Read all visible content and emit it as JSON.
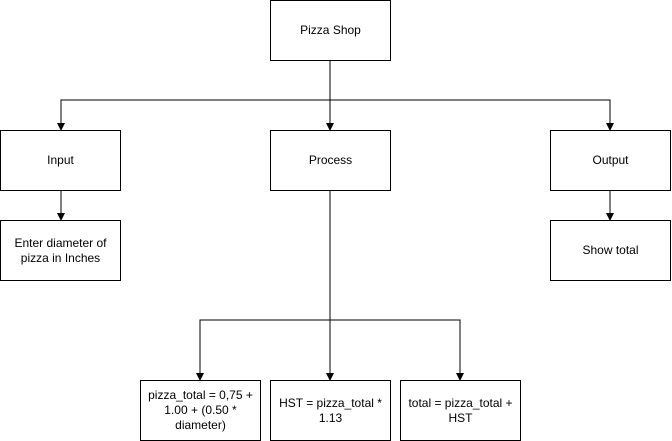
{
  "diagram": {
    "nodes": {
      "root": "Pizza Shop",
      "input": "Input",
      "process": "Process",
      "output": "Output",
      "enter_diameter": "Enter diameter of pizza in Inches",
      "show_total": "Show total",
      "pizza_total": "pizza_total = 0,75 + 1.00 + (0.50 * diameter)",
      "hst": "HST = pizza_total * 1.13",
      "total": "total = pizza_total + HST"
    },
    "edges": [
      [
        "root",
        "input"
      ],
      [
        "root",
        "process"
      ],
      [
        "root",
        "output"
      ],
      [
        "input",
        "enter_diameter"
      ],
      [
        "output",
        "show_total"
      ],
      [
        "process",
        "pizza_total"
      ],
      [
        "process",
        "hst"
      ],
      [
        "process",
        "total"
      ]
    ]
  }
}
